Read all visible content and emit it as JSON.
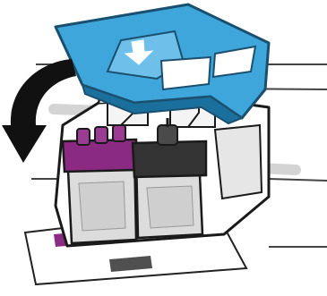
{
  "illustration": {
    "subject": "printhead-latch-close",
    "colors": {
      "latch": "#3fa6dc",
      "latch_dark": "#1b6f9c",
      "arrow": "#111111",
      "color_cartridge": "#8a2a82",
      "black_cartridge": "#333333",
      "outline": "#1a1a1a",
      "shading": "#d9d9d9"
    },
    "slot_labels": [
      {
        "name": "color-slot-label",
        "color": "#8a2a82"
      },
      {
        "name": "black-slot-label",
        "color": "#505050"
      }
    ],
    "icons": [
      "curved-arrow-icon",
      "down-arrow-icon"
    ]
  }
}
